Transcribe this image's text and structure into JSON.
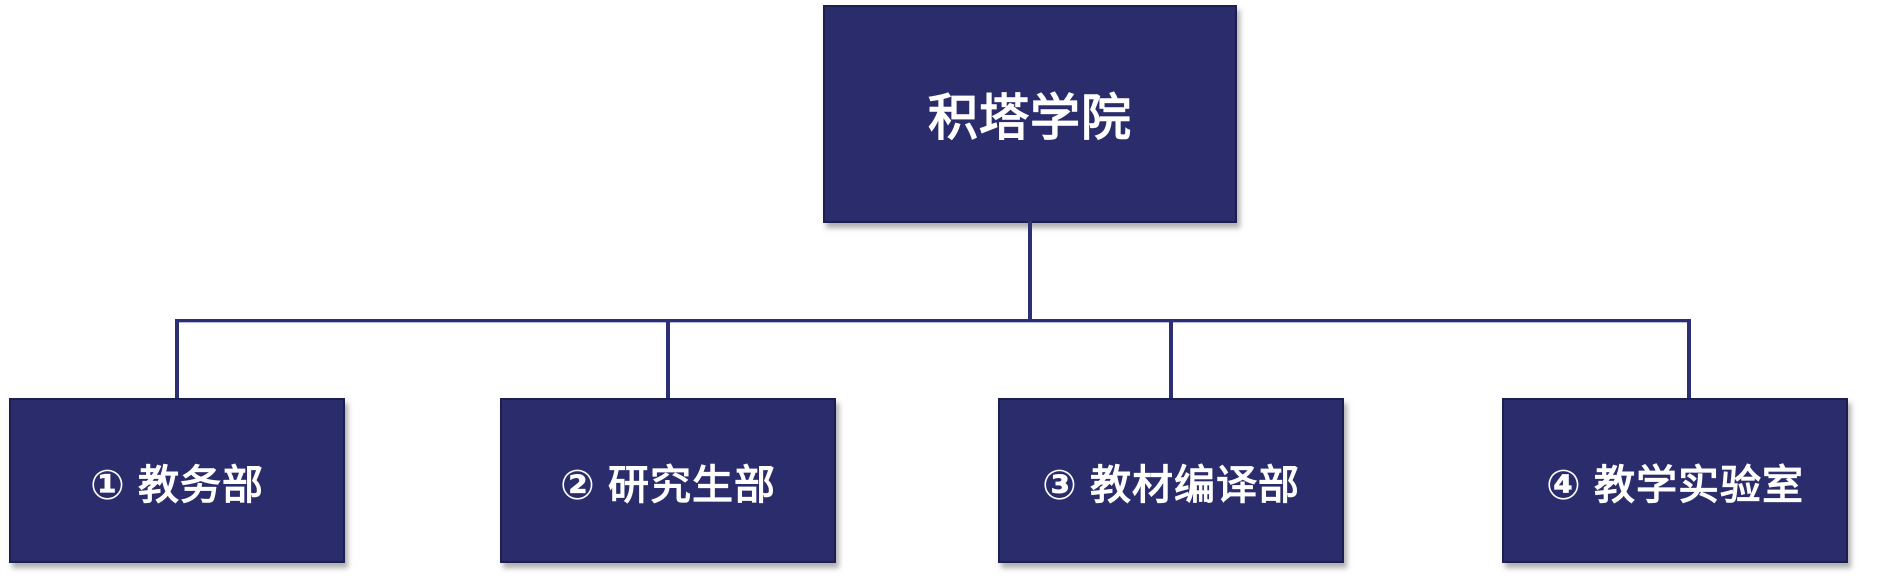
{
  "org_chart": {
    "type": "org-tree",
    "root": {
      "label": "积塔学院"
    },
    "children": [
      {
        "index": "①",
        "label": "① 教务部"
      },
      {
        "index": "②",
        "label": "② 研究生部"
      },
      {
        "index": "③",
        "label": "③ 教材编译部"
      },
      {
        "index": "④",
        "label": "④ 教学实验室"
      }
    ]
  },
  "colors": {
    "box_fill": "#2b2c6c",
    "box_border": "#1d1f4f",
    "line_color": "#2c2f73",
    "text_color": "#ffffff"
  }
}
